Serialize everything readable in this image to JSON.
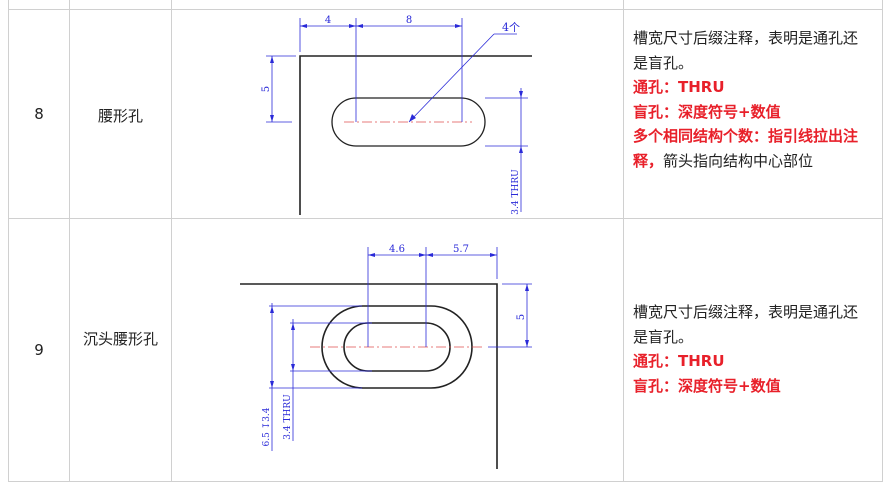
{
  "rows": [
    {
      "index": "8",
      "name": "腰形孔",
      "drawing": {
        "dim_top_left": "4",
        "dim_top_right": "8",
        "count_label": "4个",
        "dim_height": "5",
        "dim_depth": "3.4 THRU"
      },
      "notes": {
        "intro": "槽宽尺寸后缀注释，表明是通孔还是盲孔。",
        "through": "通孔：THRU",
        "blind": "盲孔：深度符号+数值",
        "multi_bold": "多个相同结构个数：指引线拉出注释，",
        "multi_tail": "箭头指向结构中心部位"
      }
    },
    {
      "index": "9",
      "name": "沉头腰形孔",
      "drawing": {
        "dim_top_left": "4.6",
        "dim_top_right": "5.7",
        "dim_height": "5",
        "dim_counterbore": "6.5 ↧3.4",
        "dim_depth": "3.4 THRU"
      },
      "notes": {
        "intro": "槽宽尺寸后缀注释，表明是通孔还是盲孔。",
        "through": "通孔：THRU",
        "blind": "盲孔：深度符号+数值"
      }
    }
  ],
  "colors": {
    "note_red": "#e8202a",
    "dimension_blue": "#2a2ad8",
    "grid": "#d0d0d0"
  }
}
